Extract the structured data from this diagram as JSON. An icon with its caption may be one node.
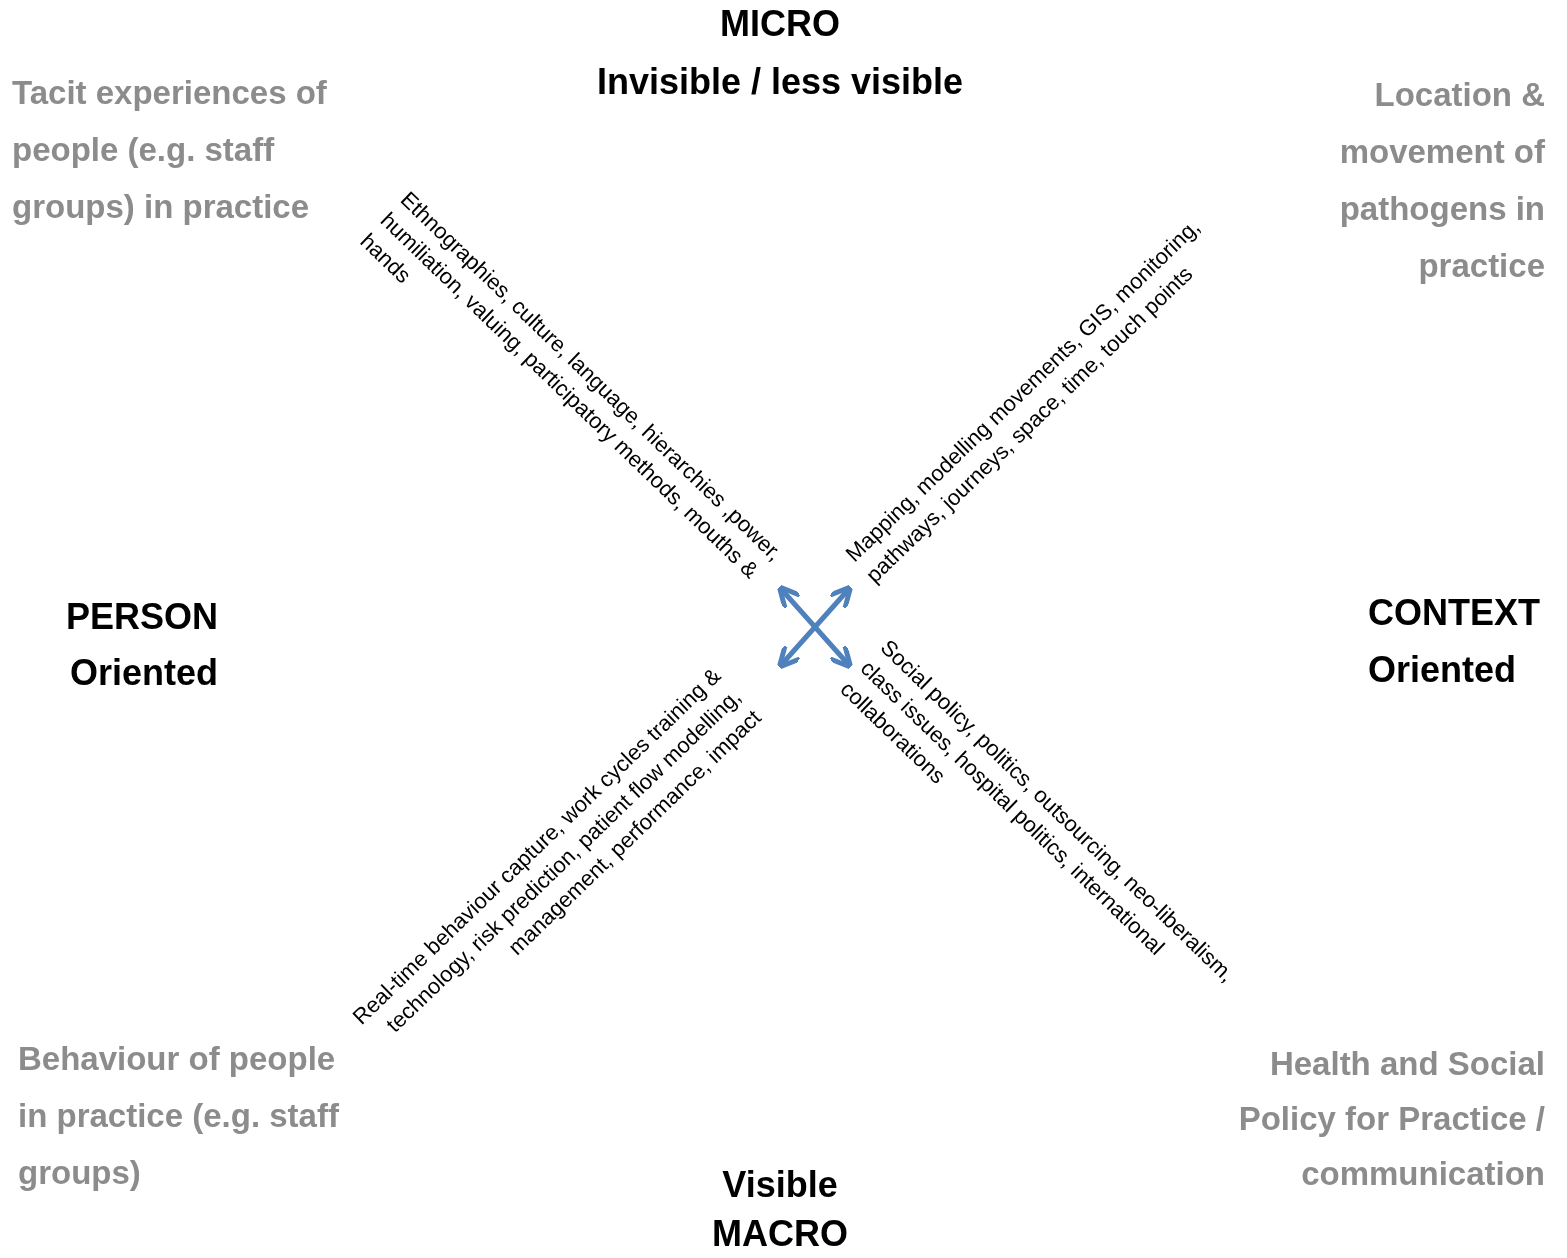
{
  "diagram": {
    "labels": [
      "MICRO",
      "Invisible / less visible",
      "Tacit experiences of people (e.g. staff groups) in practice",
      "Location & movement of pathogens in practice",
      "Ethnographies, culture, language, hierarchies ,power, humiliation, valuing, participatory methods, mouths & hands",
      "Mapping, modelling movements, GIS, monitoring, pathways, journeys, space, time, touch points",
      "PERSON",
      "Oriented",
      "CONTEXT",
      "Oriented",
      "Real-time behaviour capture, work cycles training & technology, risk prediction, patient flow modelling, management, performance, impact",
      "Social policy, politics, outsourcing, neo-liberalism, class issues, hospital politics, international collaborations",
      "Behaviour of people in practice (e.g. staff groups)",
      "Health and Social Policy for Practice / communication",
      "Visible",
      "MACRO"
    ]
  }
}
